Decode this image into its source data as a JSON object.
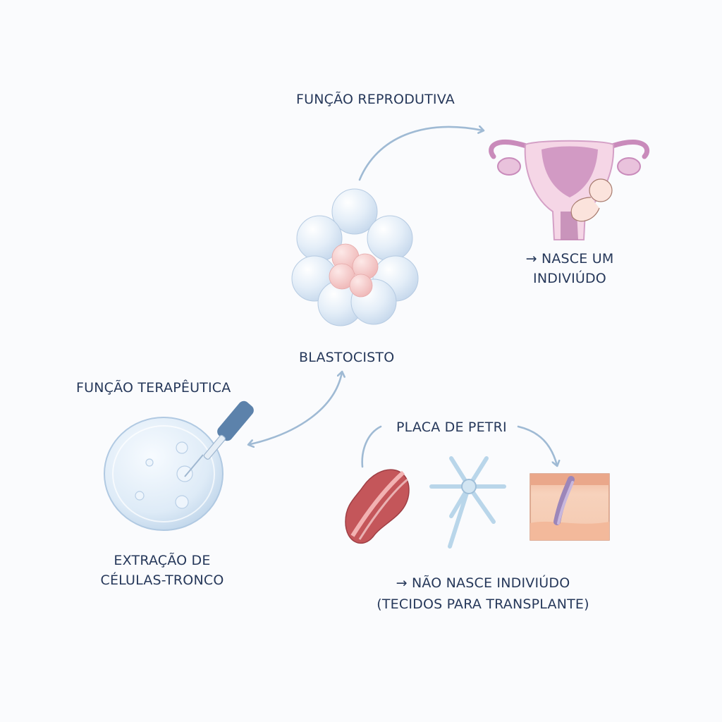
{
  "labels": {
    "reproductive_function": "FUNÇÃO REPRODUTIVA",
    "born_individual_line1": "→ NASCE UM",
    "born_individual_line2": "INDIVIÚDO",
    "blastocyst": "BLASTOCISTO",
    "therapeutic_function": "FUNÇÃO TERAPÊUTICA",
    "extraction_line1": "EXTRAÇÃO DE",
    "extraction_line2": "CÉLULAS-TRONCO",
    "petri_dish": "PLACA DE PETRI",
    "not_born_line1": "→ NÃO NASCE INDIVIÚDO",
    "not_born_line2": "(TECIDOS PARA TRANSPLANTE)"
  },
  "colors": {
    "text": "#26385a",
    "arrow": "#9fbad4",
    "blastomere": "#dce8f5",
    "inner_cell_mass": "#f4c6c6",
    "uterus": "#d6a0c8",
    "muscle": "#c4565a",
    "neuron": "#b9d6ea",
    "skin": "#f2c2a6"
  },
  "icons": [
    "blastocyst-icon",
    "uterus-icon",
    "petri-dish-icon",
    "pipette-icon",
    "muscle-fiber-icon",
    "neuron-icon",
    "skin-tissue-icon"
  ]
}
